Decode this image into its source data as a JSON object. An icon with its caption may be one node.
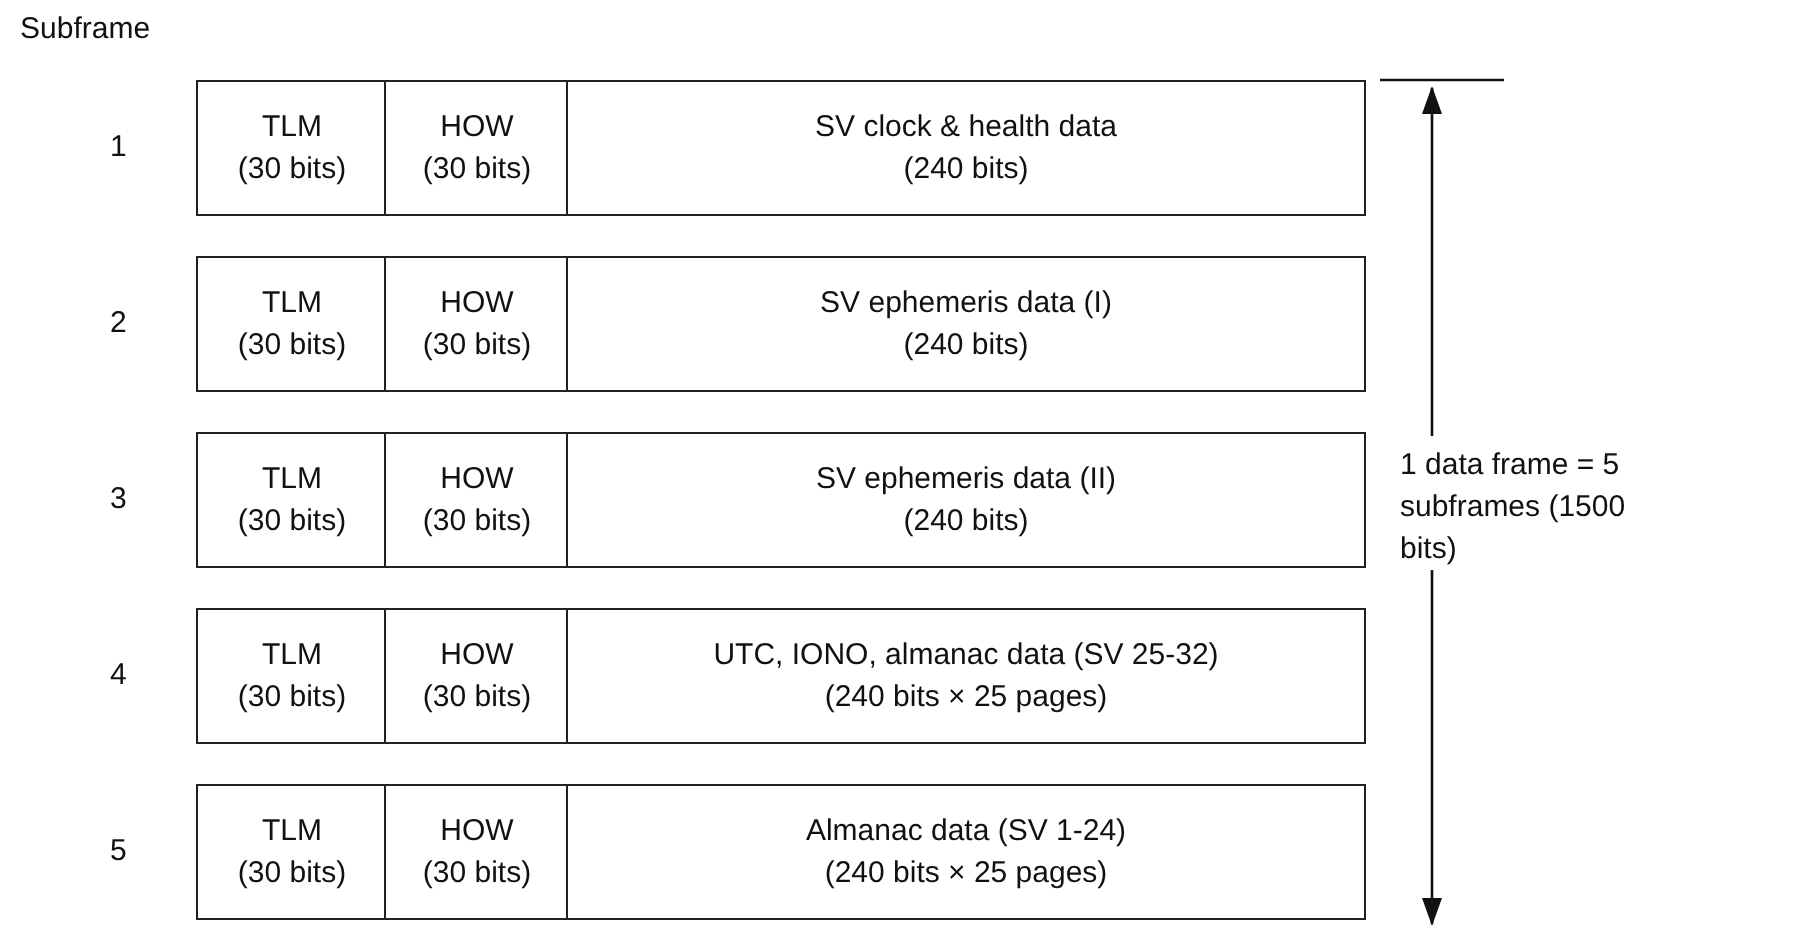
{
  "diagram": {
    "nodes": [
      {
        "text": [
          "TLM",
          "(30 bits)"
        ]
      },
      {
        "text": [
          "HOW",
          "(30 bits)"
        ]
      },
      {
        "text": [
          "SV clock & health data",
          "(240 bits)"
        ]
      },
      {
        "text": [
          "TLM",
          "(30 bits)"
        ]
      },
      {
        "text": [
          "HOW",
          "(30 bits)"
        ]
      },
      {
        "text": [
          "SV ephemeris data (I)",
          "(240 bits)"
        ]
      },
      {
        "text": [
          "TLM",
          "(30 bits)"
        ]
      },
      {
        "text": [
          "HOW",
          "(30 bits)"
        ]
      },
      {
        "text": [
          "SV ephemeris data (II)",
          "(240 bits)"
        ]
      },
      {
        "text": [
          "TLM",
          "(30 bits)"
        ]
      },
      {
        "text": [
          "HOW",
          "(30 bits)"
        ]
      },
      {
        "text": [
          "UTC, IONO, almanac data (SV 25-32)",
          "(240 bits × 25 pages)"
        ]
      },
      {
        "text": [
          "TLM",
          "(30 bits)"
        ]
      },
      {
        "text": [
          "HOW",
          "(30 bits)"
        ]
      },
      {
        "text": [
          "Almanac data (SV 1-24)",
          "(240 bits × 25 pages)"
        ]
      }
    ],
    "edges": [],
    "labels": [
      "Subframe",
      "1",
      "2",
      "3",
      "1 data frame = 5 subframes (1500 bits)",
      "4",
      "5"
    ]
  }
}
